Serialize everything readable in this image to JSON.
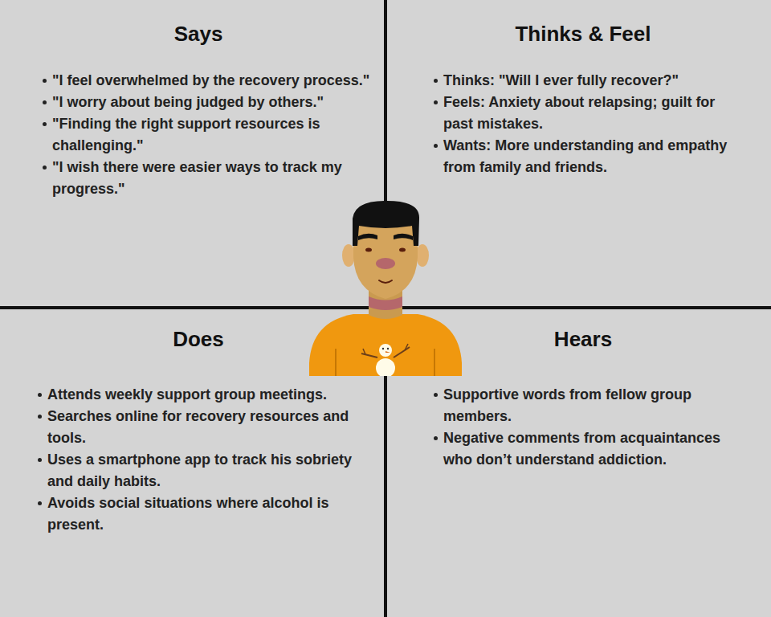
{
  "diagram": {
    "nodes": [
      {
        "text": [
          "Says",
          "\"I feel overwhelmed by the recovery process.\"",
          "\"I worry about being judged by others.\"",
          "\"Finding the right support resources is challenging.\"",
          "\"I wish there were easier ways to track my progress.\""
        ]
      },
      {
        "text": [
          "Thinks & Feel",
          "Thinks: \"Will I ever fully recover?\"",
          "Feels: Anxiety about relapsing; guilt for past mistakes.",
          "Wants: More understanding and empathy from family and friends."
        ]
      },
      {
        "text": [
          "Does",
          "Attends weekly support group meetings.",
          "Searches online for recovery resources and tools.",
          "Uses a smartphone app to track his sobriety and daily habits.",
          "Avoids social situations where alcohol is present."
        ]
      },
      {
        "text": [
          "Hears",
          "Supportive words from fellow group members.",
          "Negative comments from acquaintances who don’t understand addiction."
        ]
      }
    ]
  }
}
